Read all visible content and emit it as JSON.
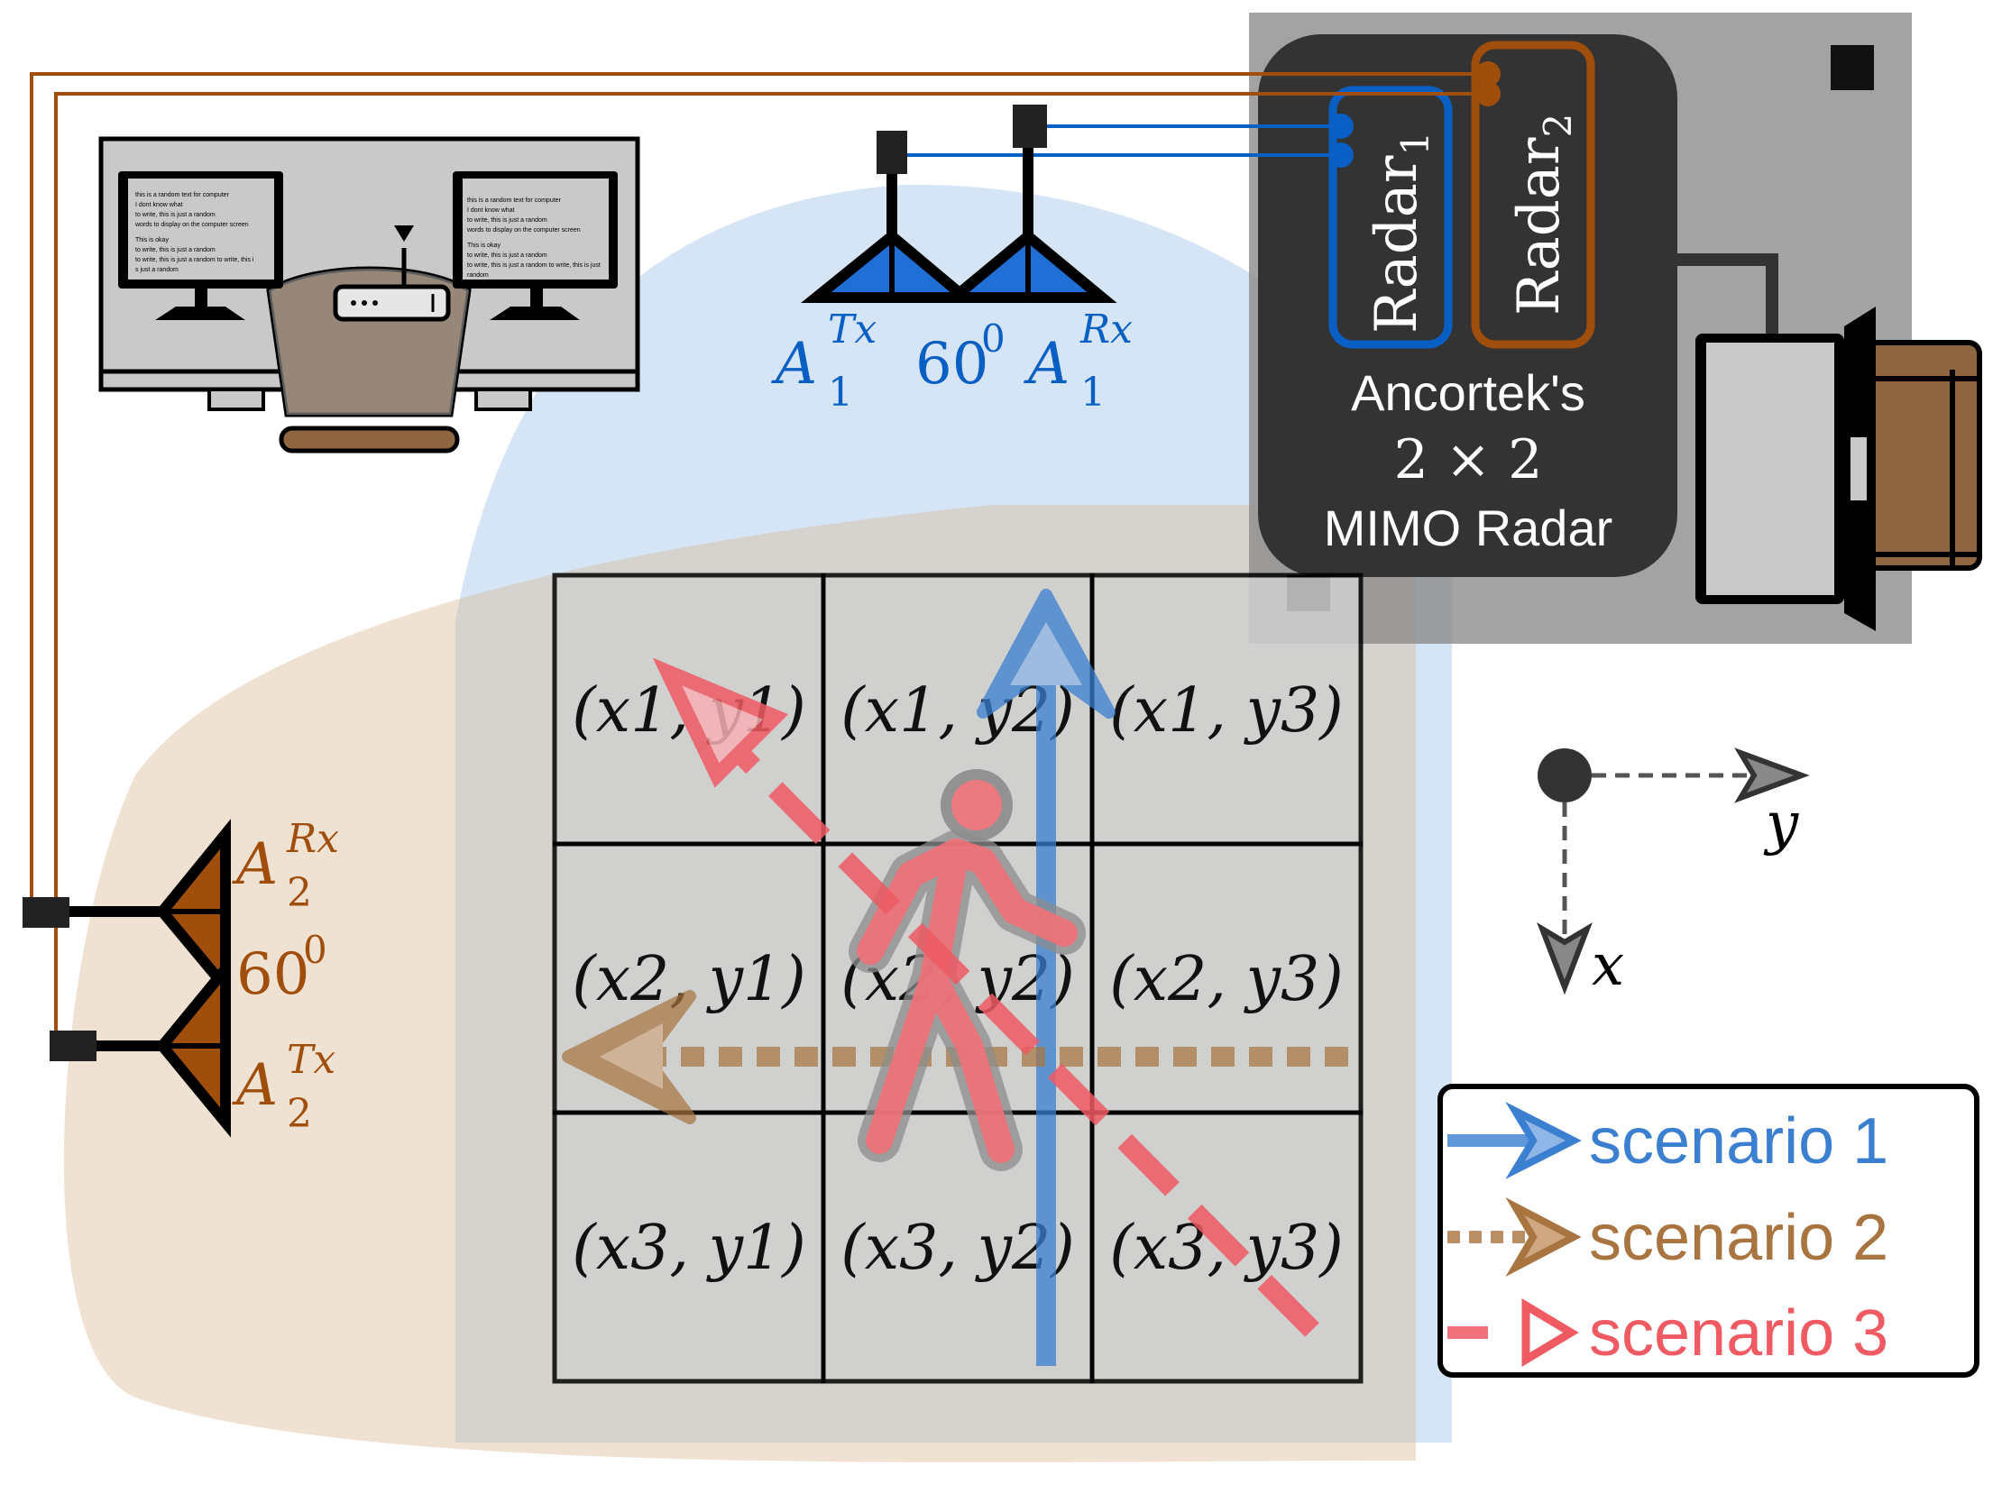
{
  "radar": {
    "radar1_label": "Radar",
    "radar1_sub": "1",
    "radar2_label": "Radar",
    "radar2_sub": "2",
    "title_line1": "Ancortek's",
    "title_line2": "2 × 2",
    "title_line3": "MIMO Radar"
  },
  "antennas": {
    "a1_tx": {
      "base": "A",
      "sup": "Tx",
      "sub": "1"
    },
    "a1_rx": {
      "base": "A",
      "sup": "Rx",
      "sub": "1"
    },
    "a1_angle": {
      "base": "60",
      "sup": "0"
    },
    "a2_rx": {
      "base": "A",
      "sup": "Rx",
      "sub": "2"
    },
    "a2_tx": {
      "base": "A",
      "sup": "Tx",
      "sub": "2"
    },
    "a2_angle": {
      "base": "60",
      "sup": "0"
    }
  },
  "grid": {
    "cells": [
      [
        "(x1, y1)",
        "(x1, y2)",
        "(x1, y3)"
      ],
      [
        "(x2, y1)",
        "(x2, y2)",
        "(x2, y3)"
      ],
      [
        "(x3, y1)",
        "(x3, y2)",
        "(x3, y3)"
      ]
    ]
  },
  "axes": {
    "x": "x",
    "y": "y"
  },
  "legend": {
    "items": [
      {
        "label": "scenario 1",
        "color": "#3a7fd0"
      },
      {
        "label": "scenario 2",
        "color": "#a8743f"
      },
      {
        "label": "scenario 3",
        "color": "#ef5a63"
      }
    ]
  },
  "screen_text": {
    "monitor_lines": [
      "this is a random text for computer",
      "I dont  know what",
      "to write, this is just a random",
      "words to display on the computer screen",
      "This is okay",
      "to write, this is just a random",
      "to write, this is just a random to write, this i",
      "s just a random"
    ],
    "monitor2_lines": [
      "this is a random text for computer",
      "I dont  know what",
      "to write, this is just a random",
      "words to display on the computer screen",
      "This is okay",
      "to write, this is just a random",
      "to write, this is just a random to write, this is just",
      "random"
    ]
  },
  "colors": {
    "blue": "#0a5fc4",
    "brown": "#a04e0c",
    "dark": "#333333",
    "cellfill": "#d0d0d0"
  }
}
